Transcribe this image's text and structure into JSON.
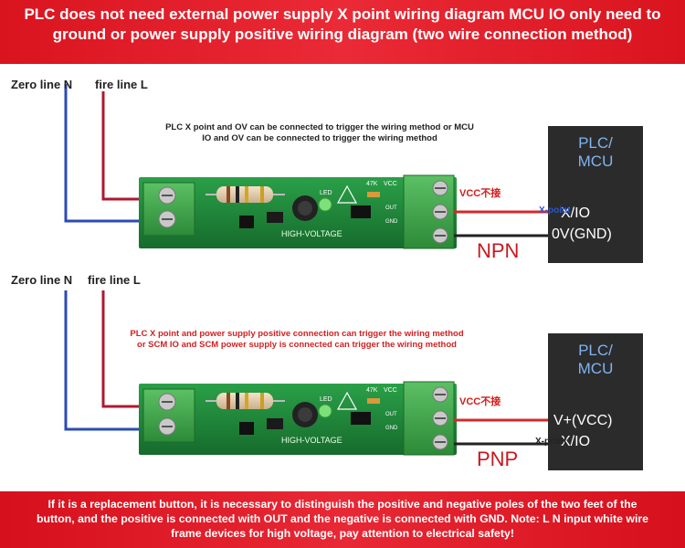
{
  "header": {
    "title": "PLC does not need external power supply X point wiring diagram MCU IO only need to ground or power supply positive wiring diagram (two wire connection method)"
  },
  "top": {
    "zero_line": "Zero line N",
    "fire_line": "fire line L",
    "note": "PLC X point and OV can be connected to trigger the wiring method or MCU IO and OV can be connected to trigger the wiring method",
    "vcc_label": "VCC不接",
    "box_title_1": "PLC/",
    "box_title_2": "MCU",
    "pin_1": "X/IO",
    "pin_2": "0V(GND)",
    "x_point": "X-point",
    "mode": "NPN"
  },
  "bottom": {
    "zero_line": "Zero line N",
    "fire_line": "fire line L",
    "note": "PLC X point and power supply positive connection can trigger the wiring method or SCM IO and SCM power supply is connected can trigger the wiring method",
    "vcc_label": "VCC不接",
    "box_title_1": "PLC/",
    "box_title_2": "MCU",
    "pin_1": "V+(VCC)",
    "pin_2": "X/IO",
    "x_point": "X-point",
    "mode": "PNP"
  },
  "board": {
    "text": "HIGH-VOLTAGE",
    "led": "LED",
    "r_label": "47K",
    "vcc": "VCC",
    "out": "OUT",
    "gnd": "GND"
  },
  "footer": {
    "text": "If it is a replacement button, it is necessary to distinguish the positive and negative poles of the two feet of the button, and the positive is connected with OUT and the negative is connected with GND. Note: L N input white wire frame devices for high voltage, pay attention to electrical safety!"
  },
  "colors": {
    "banner": "#e01e2b",
    "wire_blue": "#2a4bb5",
    "wire_red": "#b01830",
    "pcb": "#1f8a3a",
    "terminal": "#3aa34a",
    "box": "#2b2b2b",
    "box_text": "#7fb4f0"
  }
}
